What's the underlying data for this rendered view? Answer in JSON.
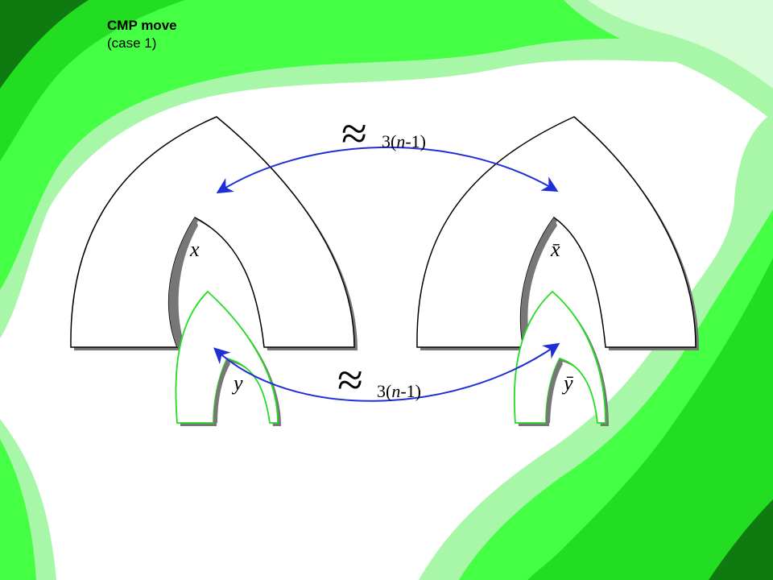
{
  "slide": {
    "title": "CMP move",
    "subtitle": "(case 1)"
  },
  "labels": {
    "x": "x",
    "x_bar": "x̄",
    "y": "y",
    "y_bar": "ȳ"
  },
  "relations": {
    "top": {
      "symbol": "≈",
      "subscript_prefix": "3(",
      "subscript_var": "n",
      "subscript_suffix": "-1)"
    },
    "bottom": {
      "symbol": "≈",
      "subscript_prefix": "3(",
      "subscript_var": "n",
      "subscript_suffix": "-1)"
    }
  },
  "colors": {
    "arrow": "#1f2fd6",
    "band_dark": "#0f7a0f",
    "band_mid": "#22dd22",
    "band_bright": "#44ff44",
    "band_light": "#a8f7a8",
    "inner_outline": "#22dd22",
    "outline": "#000000",
    "shadow": "#777777"
  }
}
